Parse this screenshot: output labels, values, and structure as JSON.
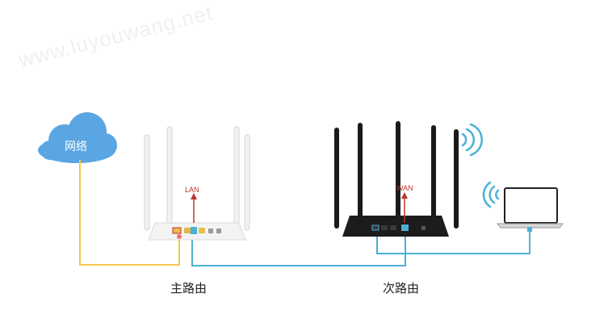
{
  "watermark": "www.luyouwang.net",
  "cloud": {
    "label": "网络",
    "color": "#5aa6e3"
  },
  "main_router": {
    "label": "主路由",
    "port_label": "LAN",
    "body_color": "#f3f3f3"
  },
  "secondary_router": {
    "label": "次路由",
    "port_label": "WAN",
    "body_color": "#1c1c1c"
  },
  "cables": {
    "internet_color": "#f2c84b",
    "lan_color": "#4bb0d6"
  },
  "port_highlight_color": "#c0332b"
}
